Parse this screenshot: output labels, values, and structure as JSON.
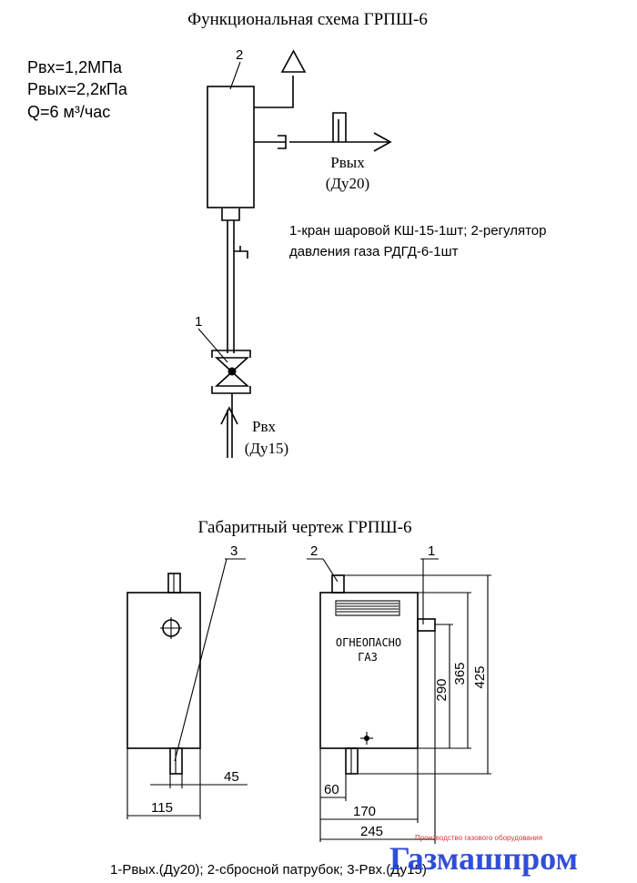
{
  "functional_scheme": {
    "title": "Функциональная схема ГРПШ-6",
    "params": [
      "Рвх=1,2МПа",
      "Рвых=2,2кПа",
      "Q=6  м³/час"
    ],
    "label_regulator": "2",
    "label_valve": "1",
    "outlet_label": "Рвых",
    "outlet_size": "(Ду20)",
    "inlet_label": "Рвх",
    "inlet_size": "(Ду15)",
    "legend_line1": "1-кран шаровой КШ-15-1шт; 2-регулятор",
    "legend_line2": "давления газа РДГД-6-1шт"
  },
  "dimension_drawing": {
    "title": "Габаритный чертеж ГРПШ-6",
    "callout_3": "3",
    "callout_2": "2",
    "callout_1": "1",
    "warning_line1": "ОГНЕОПАСНО",
    "warning_line2": "ГАЗ",
    "dim_45": "45",
    "dim_115": "115",
    "dim_60": "60",
    "dim_170": "170",
    "dim_245": "245",
    "dim_290": "290",
    "dim_365": "365",
    "dim_425": "425",
    "footer": "1-Рвых.(Ду20); 2-сбросной патрубок; 3-Рвх.(Ду15)"
  },
  "brand": {
    "name": "Газмашпром",
    "tagline": "Производство газового оборудования",
    "color": "#1f3fd6",
    "tagline_color": "#d43a3a"
  }
}
